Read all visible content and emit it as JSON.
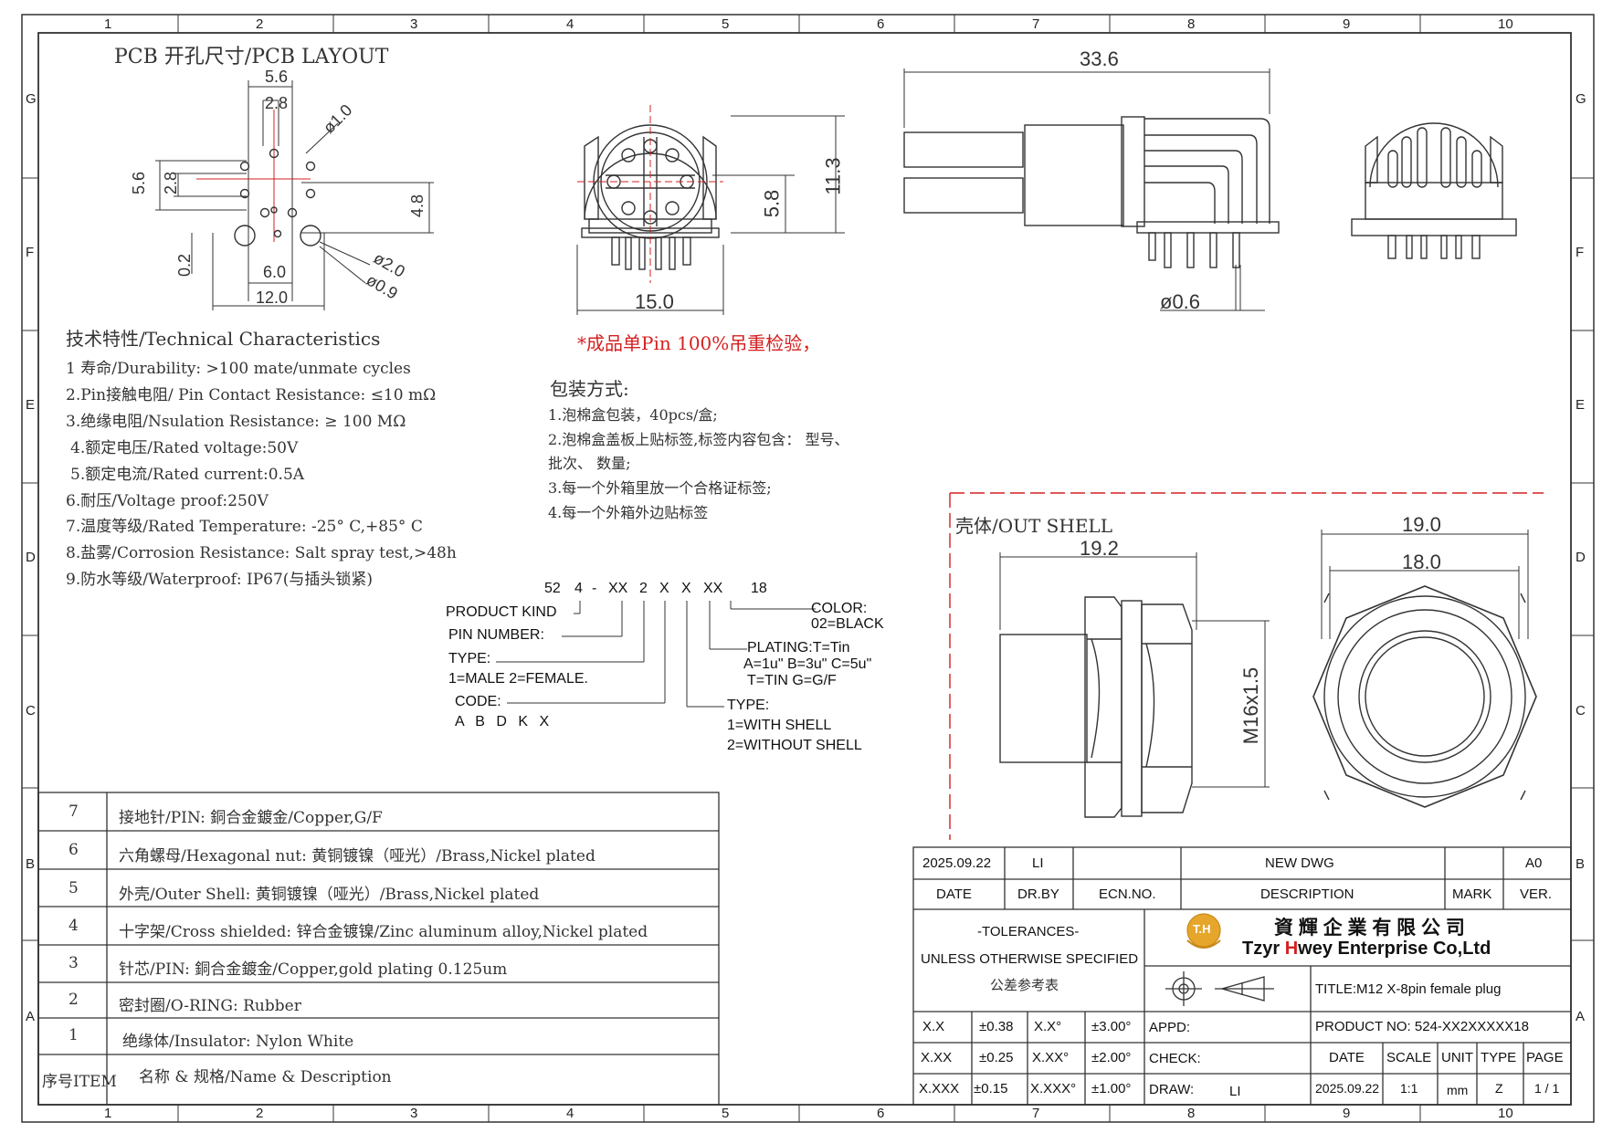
{
  "border": {
    "cols": [
      "1",
      "2",
      "3",
      "4",
      "5",
      "6",
      "7",
      "8",
      "9",
      "10"
    ],
    "rows": [
      "G",
      "F",
      "E",
      "D",
      "C",
      "B",
      "A"
    ]
  },
  "pcb": {
    "title": "PCB 开孔尺寸/PCB LAYOUT",
    "dims": {
      "d1": "5.6",
      "d2": "2.8",
      "d3": "ø1.0",
      "d4": "5.6",
      "d5": "2.8",
      "d6": "4.8",
      "d7": "0.2",
      "d8": "6.0",
      "d9": "ø2.0",
      "d10": "ø0.9",
      "d11": "12.0"
    }
  },
  "front": {
    "dims": {
      "w": "15.0",
      "h1": "5.8",
      "h2": "11.3"
    },
    "note": "*成品单Pin 100%吊重检验，"
  },
  "side": {
    "dims": {
      "len": "33.6",
      "pin": "ø0.6"
    }
  },
  "tech": {
    "title": "技术特性/Technical Characteristics",
    "items": [
      "1 寿命/Durability: >100 mate/unmate cycles",
      "2.Pin接触电阻/ Pin Contact Resistance: ≤10 mΩ",
      "3.绝缘电阻/Nsulation Resistance: ≥ 100 MΩ",
      "4.额定电压/Rated voltage:50V",
      "5.额定电流/Rated current:0.5A",
      "6.耐压/Voltage proof:250V",
      "7.温度等级/Rated Temperature: -25° C,+85° C",
      "8.盐雾/Corrosion Resistance: Salt spray test,>48h",
      "9.防水等级/Waterproof: IP67(与插头锁紧)"
    ]
  },
  "packing": {
    "title": "包装方式:",
    "items": [
      "1.泡棉盒包装，40pcs/盒;",
      "2.泡棉盒盖板上贴标签,标签内容包含： 型号、",
      "批次、 数量;",
      "3.每一个外箱里放一个合格证标签;",
      "4.每一个外箱外边贴标签"
    ]
  },
  "code": {
    "parts": [
      "52",
      "4",
      "-",
      "XX",
      "2",
      "X",
      "X",
      "XX",
      "18"
    ],
    "product_kind": "PRODUCT KIND",
    "pin_number": "PIN NUMBER:",
    "type1": "TYPE:",
    "type1_opts": "1=MALE 2=FEMALE.",
    "code_label": "CODE:",
    "code_opts": "A B D K X",
    "color": "COLOR:",
    "color_opts": "02=BLACK",
    "plating": "PLATING:T=Tin",
    "plating_opts1": "A=1u\" B=3u\" C=5u\"",
    "plating_opts2": "T=TIN G=G/F",
    "type2": "TYPE:",
    "type2_opts1": "1=WITH SHELL",
    "type2_opts2": "2=WITHOUT SHELL"
  },
  "shell": {
    "title": "壳体/OUT SHELL",
    "dims": {
      "a": "19.2",
      "b": "19.0",
      "c": "18.0",
      "thread": "M16x1.5"
    }
  },
  "bom": {
    "rows": [
      {
        "no": "7",
        "desc": "接地针/PIN: 銅合金鍍金/Copper,G/F"
      },
      {
        "no": "6",
        "desc": "六角螺母/Hexagonal nut: 黄铜镀镍（哑光）/Brass,Nickel plated"
      },
      {
        "no": "5",
        "desc": "外壳/Outer Shell: 黄铜镀镍（哑光）/Brass,Nickel plated"
      },
      {
        "no": "4",
        "desc": "十字架/Cross shielded: 锌合金镀镍/Zinc aluminum alloy,Nickel plated"
      },
      {
        "no": "3",
        "desc": "针芯/PIN: 銅合金鍍金/Copper,gold plating 0.125um"
      },
      {
        "no": "2",
        "desc": "密封圈/O-RING: Rubber"
      },
      {
        "no": "1",
        "desc": "绝缘体/Insulator: Nylon White"
      }
    ],
    "header_no": "序号ITEM",
    "header_desc": "名称 & 规格/Name & Description"
  },
  "titleblock": {
    "rev": {
      "date": "2025.09.22",
      "by": "LI",
      "ecn": "",
      "desc": "NEW DWG",
      "mark": "",
      "ver": "A0"
    },
    "rev_head": {
      "date": "DATE",
      "by": "DR.BY",
      "ecn": "ECN.NO.",
      "desc": "DESCRIPTION",
      "mark": "MARK",
      "ver": "VER."
    },
    "tol1": "-TOLERANCES-",
    "tol2": "UNLESS OTHERWISE SPECIFIED",
    "tol3": "公差参考表",
    "logo": "T.H",
    "company_cn": "資 輝 企 業 有 限 公 司",
    "company_en1": "Tzyr ",
    "company_en2": "H",
    "company_en3": "wey Enterprise Co,Ltd",
    "title": "TITLE:M12 X-8pin female plug",
    "tols": [
      {
        "a": "X.X",
        "b": "±0.38",
        "c": "X.X°",
        "d": "±3.00°"
      },
      {
        "a": "X.XX",
        "b": "±0.25",
        "c": "X.XX°",
        "d": "±2.00°"
      },
      {
        "a": "X.XXX",
        "b": "±0.15",
        "c": "X.XXX°",
        "d": "±1.00°"
      }
    ],
    "appd": "APPD:",
    "check": "CHECK:",
    "draw": "DRAW:",
    "draw_by": "LI",
    "product_no": "PRODUCT NO: 524-XX2XXXXX18",
    "cols": {
      "date": "DATE",
      "scale": "SCALE",
      "unit": "UNIT",
      "type": "TYPE",
      "page": "PAGE"
    },
    "vals": {
      "date": "2025.09.22",
      "scale": "1:1",
      "unit": "mm",
      "type": "Z",
      "page": "1 / 1"
    }
  }
}
